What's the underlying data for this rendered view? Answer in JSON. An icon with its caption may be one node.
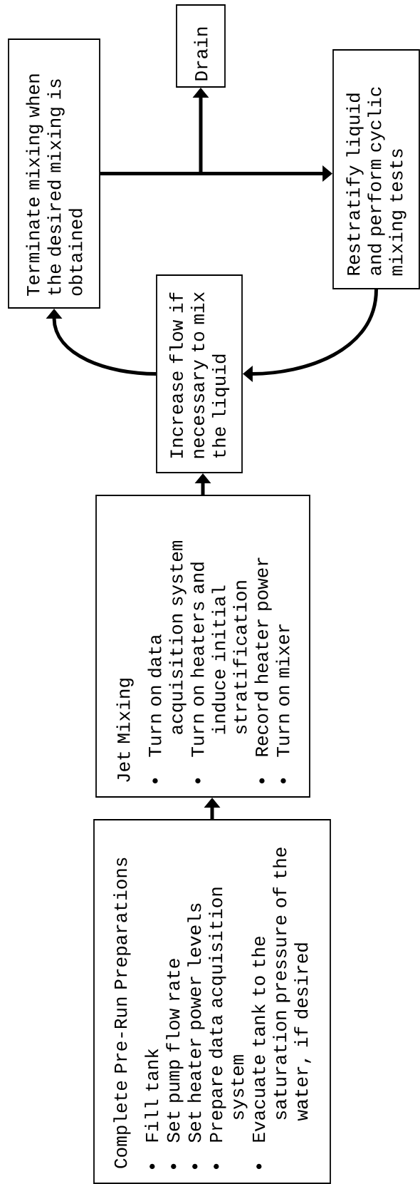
{
  "diagram": {
    "nodes": [
      {
        "text": [
          "Complete Pre-Run Preparations",
          "Fill tank",
          "Set pump flow rate",
          "Set heater power levels",
          "Prepare data acquisition system",
          "Evacuate tank to the saturation pressure of the water, if desired"
        ]
      },
      {
        "text": [
          "Jet Mixing",
          "Turn on data acquisition system",
          "Turn on heaters and induce initial stratification",
          "Record heater power",
          "Turn on mixer"
        ]
      },
      {
        "text": [
          "Increase flow if necessary to mix the liquid"
        ]
      },
      {
        "text": [
          "Terminate mixing when the desired mixing is obtained"
        ]
      },
      {
        "text": [
          "Drain"
        ]
      },
      {
        "text": [
          "Restratify liquid and perform cyclic mixing tests"
        ]
      }
    ],
    "edges": [
      {
        "from": 0,
        "to": 1,
        "arrow": "to"
      },
      {
        "from": 1,
        "to": 2,
        "arrow": "to"
      },
      {
        "from": 2,
        "to": 3,
        "arrow": "to"
      },
      {
        "from": 5,
        "to": 2,
        "arrow": "to"
      },
      {
        "from": 3,
        "to": 5,
        "arrow": "to"
      },
      {
        "from": 3,
        "to": 4,
        "arrow": "to"
      }
    ]
  }
}
